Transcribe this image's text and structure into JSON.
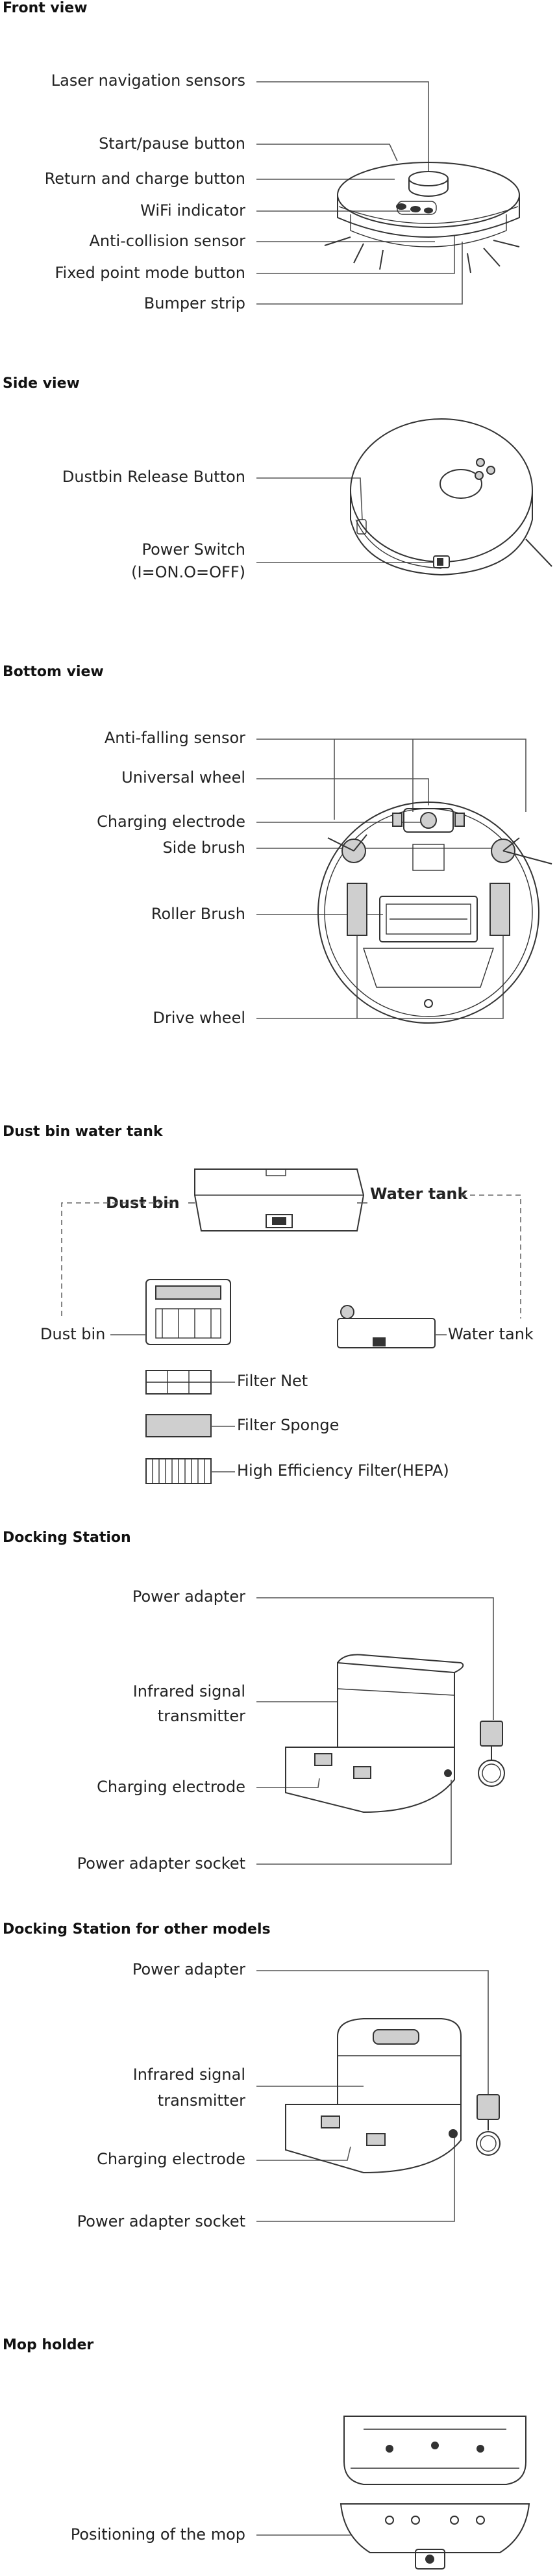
{
  "sections": {
    "front": {
      "title": "Front view",
      "labels": [
        "Laser navigation sensors",
        "Start/pause button",
        "Return and charge button",
        "WiFi indicator",
        "Anti-collision sensor",
        "Fixed point mode button",
        "Bumper strip"
      ]
    },
    "side": {
      "title": "Side view",
      "labels": [
        "Dustbin Release Button",
        "Power Switch",
        "(I=ON.O=OFF)"
      ]
    },
    "bottom": {
      "title": "Bottom view",
      "labels": [
        "Anti-falling sensor",
        "Universal wheel",
        "Charging electrode",
        "Side brush",
        "Roller Brush",
        "Drive wheel"
      ]
    },
    "dustbin": {
      "title": "Dust bin water tank",
      "labels": [
        "Dust bin",
        "Water tank",
        "Dust bin",
        "Water tank",
        "Filter Net",
        "Filter Sponge",
        "High Efficiency Filter(HEPA)"
      ]
    },
    "dock": {
      "title": "Docking Station",
      "labels": [
        "Power adapter",
        "Infrared signal",
        "transmitter",
        "Charging electrode",
        "Power adapter socket"
      ]
    },
    "dock2": {
      "title": "Docking Station for other models",
      "labels": [
        "Power adapter",
        "Infrared signal",
        "transmitter",
        "Charging electrode",
        "Power adapter socket"
      ]
    },
    "mop": {
      "title": "Mop holder",
      "labels": [
        "Positioning of the mop"
      ]
    }
  }
}
